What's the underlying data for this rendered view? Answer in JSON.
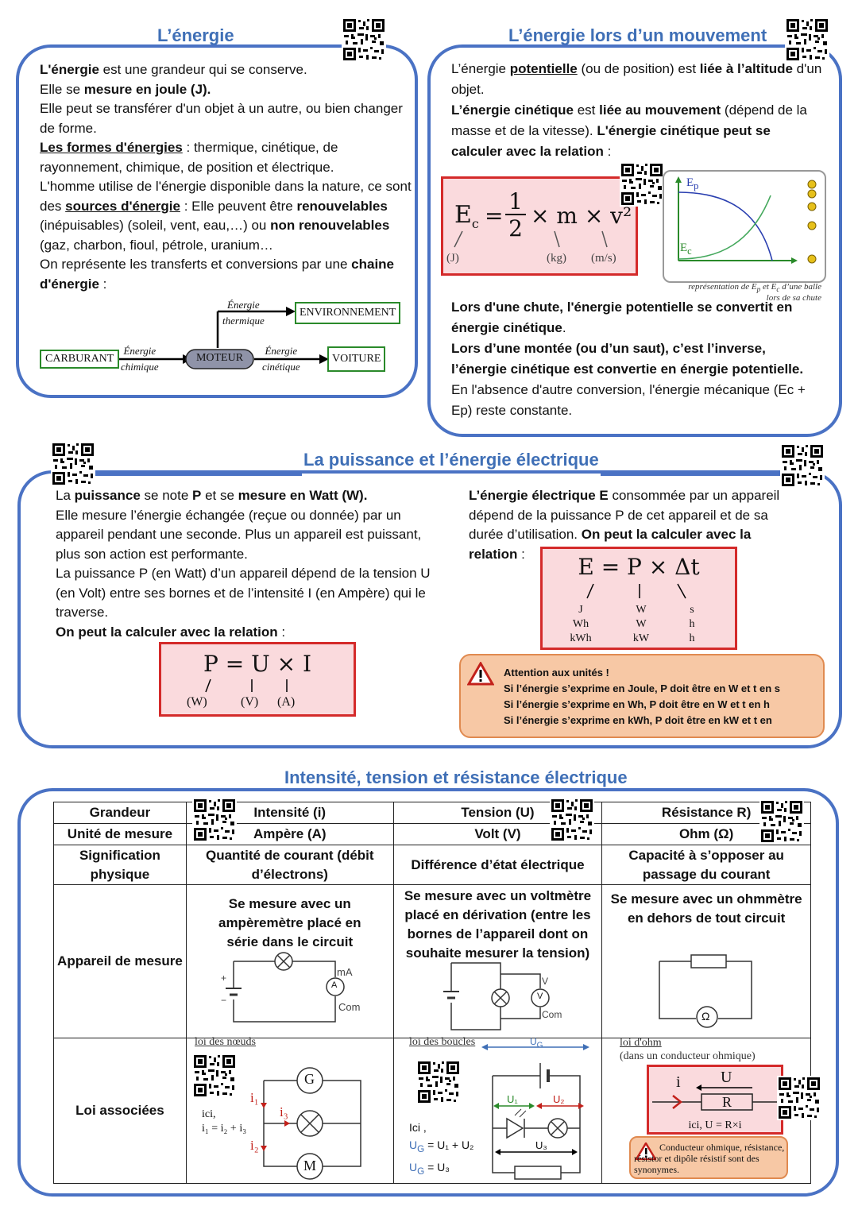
{
  "energie": {
    "title": "L’énergie",
    "p1_b": "L'énergie",
    "p1": " est une grandeur qui se conserve.",
    "p2a": "Elle se ",
    "p2_b": "mesure en joule (J).",
    "p3": "Elle peut se transférer d'un objet à un autre, ou bien changer de forme.",
    "p4_u": "Les formes d'énergies",
    "p4": " : thermique, cinétique, de rayonnement, chimique, de position et électrique.",
    "p5a": "L'homme utilise de l'énergie disponible dans la nature, ce sont des ",
    "p5_u": "sources d'énergie",
    "p5b": " : Elle peuvent être ",
    "p5_b1": "renouvelables",
    "p5c": " (inépuisables) (soleil, vent, eau,…) ou ",
    "p5_b2": "non renouvelables",
    "p5d": " (gaz, charbon, fioul, pétrole, uranium…",
    "p6a": "On représente les transferts et conversions par une ",
    "p6_b": "chaine d'énergie",
    "p6b": " :",
    "chain": {
      "carburant": "CARBURANT",
      "moteur": "MOTEUR",
      "voiture": "VOITURE",
      "environnement": "ENVIRONNEMENT",
      "e_chim_1": "Énergie",
      "e_chim_2": "chimique",
      "e_cin_1": "Énergie",
      "e_cin_2": "cinétique",
      "e_th_1": "Énergie",
      "e_th_2": "thermique"
    }
  },
  "mouvement": {
    "title": "L’énergie lors d’un mouvement",
    "p1a": "L’énergie ",
    "p1_u": "potentielle",
    "p1b": " (ou de position) est ",
    "p1_b": "liée à l’altitude",
    "p1c": " d'un objet.",
    "p2_b1": "L’énergie cinétique",
    "p2a": " est ",
    "p2_b2": "liée au mouvement",
    "p2b": " (dépend de la masse et de la vitesse). ",
    "p2_b3": "L'énergie cinétique peut se calculer avec la relation",
    "p2c": " :",
    "formula": {
      "ec": "E",
      "ec_sub": "c",
      "eq": "=",
      "num": "1",
      "den": "2",
      "rest": "× m × v²",
      "u1": "(J)",
      "u2": "(kg)",
      "u3": "(m/s)"
    },
    "graph": {
      "ep": "E",
      "ep_sub": "p",
      "ec": "E",
      "ec_sub": "c",
      "caption1": "représentation de E",
      "caption_p": "p",
      "caption_mid": " et E",
      "caption_c": "c",
      "caption2": " d’une balle",
      "caption3": "lors de sa chute"
    },
    "p3_b": "Lors d'une chute, l'énergie potentielle se convertit en énergie cinétique",
    "p3": ".",
    "p4_b": "Lors d’une montée (ou d’un saut), c’est l’inverse, l’énergie cinétique est convertie en énergie potentielle.",
    "p5": "En l'absence d'autre conversion, l'énergie mécanique (Ec + Ep) reste constante."
  },
  "puissance": {
    "title": "La puissance et l’énergie électrique",
    "l1a": "La ",
    "l1_b1": "puissance",
    "l1b": " se note ",
    "l1_b2": "P",
    "l1c": " et se ",
    "l1_b3": "mesure en Watt (W).",
    "l2": "Elle mesure l’énergie échangée (reçue ou donnée) par un appareil pendant une seconde. Plus un appareil est puissant, plus son action est performante.",
    "l3": "La puissance P (en Watt) d’un appareil dépend de la tension U (en Volt) entre ses bornes et de l’intensité I (en Ampère) qui le traverse.",
    "l4_b": "On peut la calculer avec la relation",
    "l4": " :",
    "f1": {
      "eq": "P = U × I",
      "u1": "(W)",
      "u2": "(V)",
      "u3": "(A)"
    },
    "r1_b": "L’énergie électrique E",
    "r1": " consommée par un appareil dépend de la puissance P de cet appareil et de sa durée d’utilisation. ",
    "r1_b2": "On peut la calculer avec la relation",
    "r1c": " :",
    "f2": {
      "eq": "E = P × Δt",
      "c1": [
        "J",
        "Wh",
        "kWh"
      ],
      "c2": [
        "W",
        "W",
        "kW"
      ],
      "c3": [
        "s",
        "h",
        "h"
      ]
    },
    "warn": {
      "title": "Attention aux unités !",
      "l1": "Si l’énergie s’exprime en Joule, P doit être en W et t en s",
      "l2": "Si l’énergie s’exprime en Wh, P doit être en W et t en h",
      "l3": "Si l’énergie s’exprime en kWh, P doit être en kW et t en"
    }
  },
  "table": {
    "title": "Intensité, tension et résistance électrique",
    "headers": [
      "Grandeur",
      "Intensité (i)",
      "Tension (U)",
      "Résistance R)"
    ],
    "unit": [
      "Unité de mesure",
      "Ampère (A)",
      "Volt (V)",
      "Ohm (Ω)"
    ],
    "signif": [
      "Signification physique",
      "Quantité de courant (débit d’électrons)",
      "Différence d’état électrique",
      "Capacité à s’opposer au passage du courant"
    ],
    "appareil": [
      "Appareil de mesure",
      "Se mesure avec un ampèremètre placé en série dans le circuit",
      "Se mesure avec un voltmètre placé en dérivation (entre les bornes de l’appareil dont on souhaite mesurer la tension)",
      "Se mesure avec un ohmmètre en dehors de tout circuit"
    ],
    "lois": "Loi associées",
    "amp_labels": {
      "ma": "mA",
      "a": "A",
      "com": "Com",
      "plus": "+",
      "minus": "−"
    },
    "volt_labels": {
      "v": "V",
      "v2": "V",
      "com": "Com"
    },
    "ohm_label": "Ω",
    "noeuds": {
      "title": "loi des nœuds",
      "ici": "ici,",
      "eq": "i₁ = i₂ + i₃",
      "i1": "i₁",
      "i2": "i₂",
      "i3": "i₃",
      "g": "G",
      "m": "M"
    },
    "boucles": {
      "title": "loi des boucles",
      "ug": "U",
      "ug_sub": "G",
      "u1": "U₁",
      "u2": "U₂",
      "u3": "U₃",
      "ici": "Ici ,",
      "eq1_a": "U",
      "eq1_sub": "G",
      "eq1_b": " = U₁ + U₂",
      "eq2_a": "U",
      "eq2_sub": "G",
      "eq2_b": " = U₃"
    },
    "ohm": {
      "title": "loi d'ohm",
      "sub": "(dans un conducteur ohmique)",
      "i": "i",
      "u": "U",
      "r": "R",
      "eq": "ici, U = R×i",
      "warn": "Conducteur ohmique, résistance, résistor et dipôle résistif sont des synonymes."
    }
  }
}
